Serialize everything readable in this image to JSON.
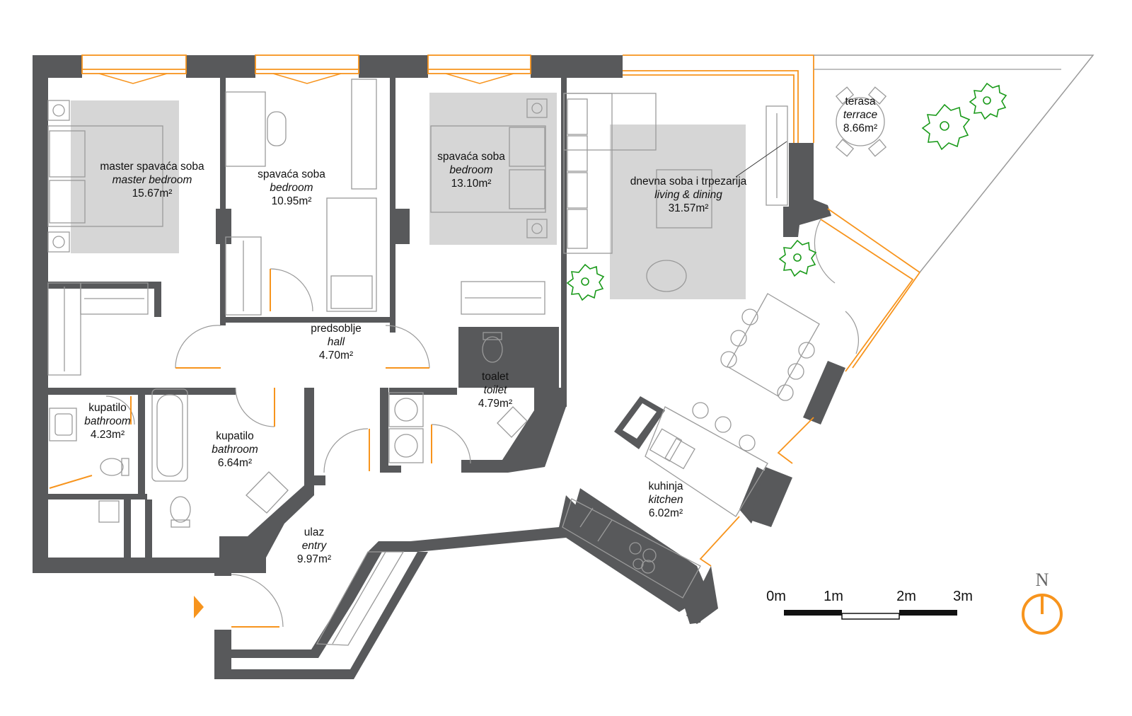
{
  "rooms": {
    "master_bedroom": {
      "name": "master spavaća soba",
      "name_en": "master bedroom",
      "area": "15.67m²"
    },
    "bedroom_1": {
      "name": "spavaća soba",
      "name_en": "bedroom",
      "area": "10.95m²"
    },
    "bedroom_2": {
      "name": "spavaća soba",
      "name_en": "bedroom",
      "area": "13.10m²"
    },
    "living": {
      "name": "dnevna soba i trpezarija",
      "name_en": "living & dining",
      "area": "31.57m²"
    },
    "terrace": {
      "name": "terasa",
      "name_en": "terrace",
      "area": "8.66m²"
    },
    "hall": {
      "name": "predsoblje",
      "name_en": "hall",
      "area": "4.70m²"
    },
    "toilet": {
      "name": "toalet",
      "name_en": "toilet",
      "area": "4.79m²"
    },
    "bathroom_1": {
      "name": "kupatilo",
      "name_en": "bathroom",
      "area": "4.23m²"
    },
    "bathroom_2": {
      "name": "kupatilo",
      "name_en": "bathroom",
      "area": "6.64m²"
    },
    "kitchen": {
      "name": "kuhinja",
      "name_en": "kitchen",
      "area": "6.02m²"
    },
    "entry": {
      "name": "ulaz",
      "name_en": "entry",
      "area": "9.97m²"
    }
  },
  "scale": {
    "labels": [
      "0m",
      "1m",
      "2m",
      "3m"
    ]
  },
  "north": {
    "label": "N"
  },
  "colors": {
    "wall": "#58595b",
    "window": "#f7941d",
    "rug": "#d6d6d6",
    "plant": "#1a9a1a",
    "furniture": "#9a9a9a"
  }
}
